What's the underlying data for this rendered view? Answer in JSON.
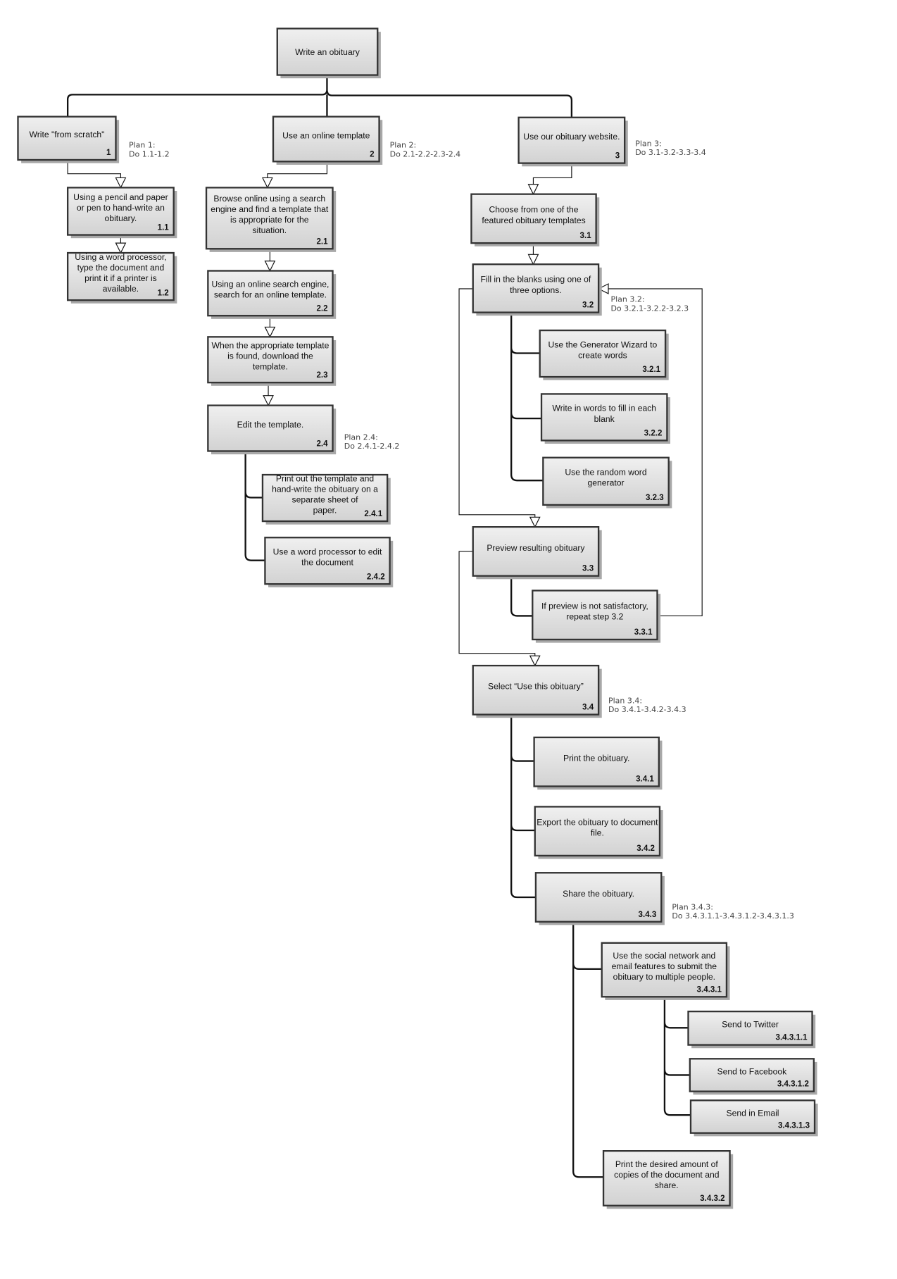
{
  "title": "Write an obituary",
  "nodes": [
    {
      "id": "root",
      "lines": [
        "Write an obituary"
      ],
      "num": ""
    },
    {
      "id": "1",
      "lines": [
        "Write \"from scratch\""
      ],
      "num": "1"
    },
    {
      "id": "2",
      "lines": [
        "Use an online template"
      ],
      "num": "2"
    },
    {
      "id": "3",
      "lines": [
        "Use our obituary website."
      ],
      "num": "3"
    },
    {
      "id": "1.1",
      "lines": [
        "Using a pencil and paper",
        "or pen to hand-write an",
        "obituary."
      ],
      "num": "1.1"
    },
    {
      "id": "1.2",
      "lines": [
        "Using a word processor,",
        "type the document and",
        "print it if a printer is",
        "available."
      ],
      "num": "1.2"
    },
    {
      "id": "2.1",
      "lines": [
        "Browse online using a search",
        "engine and find a template that",
        "is appropriate for the",
        "situation."
      ],
      "num": "2.1"
    },
    {
      "id": "2.2",
      "lines": [
        "Using an online search engine,",
        "search for an online template."
      ],
      "num": "2.2"
    },
    {
      "id": "2.3",
      "lines": [
        "When the appropriate template",
        "is found, download the",
        "template."
      ],
      "num": "2.3"
    },
    {
      "id": "2.4",
      "lines": [
        "Edit the template."
      ],
      "num": "2.4"
    },
    {
      "id": "2.4.1",
      "lines": [
        "Print out the template and",
        "hand-write the obituary on a",
        "separate sheet of",
        "paper."
      ],
      "num": "2.4.1"
    },
    {
      "id": "2.4.2",
      "lines": [
        "Use a word processor to edit",
        "the document"
      ],
      "num": "2.4.2"
    },
    {
      "id": "3.1",
      "lines": [
        "Choose from one of the",
        "featured obituary templates"
      ],
      "num": "3.1"
    },
    {
      "id": "3.2",
      "lines": [
        "Fill in the blanks using one of",
        "three options."
      ],
      "num": "3.2"
    },
    {
      "id": "3.2.1",
      "lines": [
        "Use the Generator Wizard to",
        "create words"
      ],
      "num": "3.2.1"
    },
    {
      "id": "3.2.2",
      "lines": [
        "Write in words to fill in each",
        "blank"
      ],
      "num": "3.2.2"
    },
    {
      "id": "3.2.3",
      "lines": [
        "Use the random word",
        "generator"
      ],
      "num": "3.2.3"
    },
    {
      "id": "3.3",
      "lines": [
        "Preview resulting obituary"
      ],
      "num": "3.3"
    },
    {
      "id": "3.3.1",
      "lines": [
        "If preview is not satisfactory,",
        "repeat step 3.2"
      ],
      "num": "3.3.1"
    },
    {
      "id": "3.4",
      "lines": [
        "Select “Use this obituary”"
      ],
      "num": "3.4"
    },
    {
      "id": "3.4.1",
      "lines": [
        "Print the obituary."
      ],
      "num": "3.4.1"
    },
    {
      "id": "3.4.2",
      "lines": [
        "Export the obituary to document",
        "file."
      ],
      "num": "3.4.2"
    },
    {
      "id": "3.4.3",
      "lines": [
        "Share the obituary."
      ],
      "num": "3.4.3"
    },
    {
      "id": "3.4.3.1",
      "lines": [
        "Use the social network and",
        "email features to submit the",
        "obituary to multiple people."
      ],
      "num": "3.4.3.1"
    },
    {
      "id": "3.4.3.1.1",
      "lines": [
        "Send to Twitter"
      ],
      "num": "3.4.3.1.1"
    },
    {
      "id": "3.4.3.1.2",
      "lines": [
        "Send to Facebook"
      ],
      "num": "3.4.3.1.2"
    },
    {
      "id": "3.4.3.1.3",
      "lines": [
        "Send in Email"
      ],
      "num": "3.4.3.1.3"
    },
    {
      "id": "3.4.3.2",
      "lines": [
        "Print the desired amount of",
        "copies of the document and",
        "share."
      ],
      "num": "3.4.3.2"
    }
  ],
  "plans": [
    {
      "id": "p1",
      "title": "Plan 1:",
      "body": "Do 1.1-1.2"
    },
    {
      "id": "p2",
      "title": "Plan 2:",
      "body": "Do 2.1-2.2-2.3-2.4"
    },
    {
      "id": "p3",
      "title": "Plan 3:",
      "body": "Do 3.1-3.2-3.3-3.4"
    },
    {
      "id": "p24",
      "title": "Plan 2.4:",
      "body": "Do 2.4.1-2.4.2"
    },
    {
      "id": "p32",
      "title": "Plan 3.2:",
      "body": "Do 3.2.1-3.2.2-3.2.3"
    },
    {
      "id": "p34",
      "title": "Plan 3.4:",
      "body": "Do 3.4.1-3.4.2-3.4.3"
    },
    {
      "id": "p343",
      "title": "Plan 3.4.3:",
      "body": "Do 3.4.3.1.1-3.4.3.1.2-3.4.3.1.3"
    }
  ],
  "colors": {
    "box_top": "#f0f0f0",
    "box_bottom": "#d2d2d2",
    "border": "#333333",
    "shadow": "#a8a8a8"
  }
}
